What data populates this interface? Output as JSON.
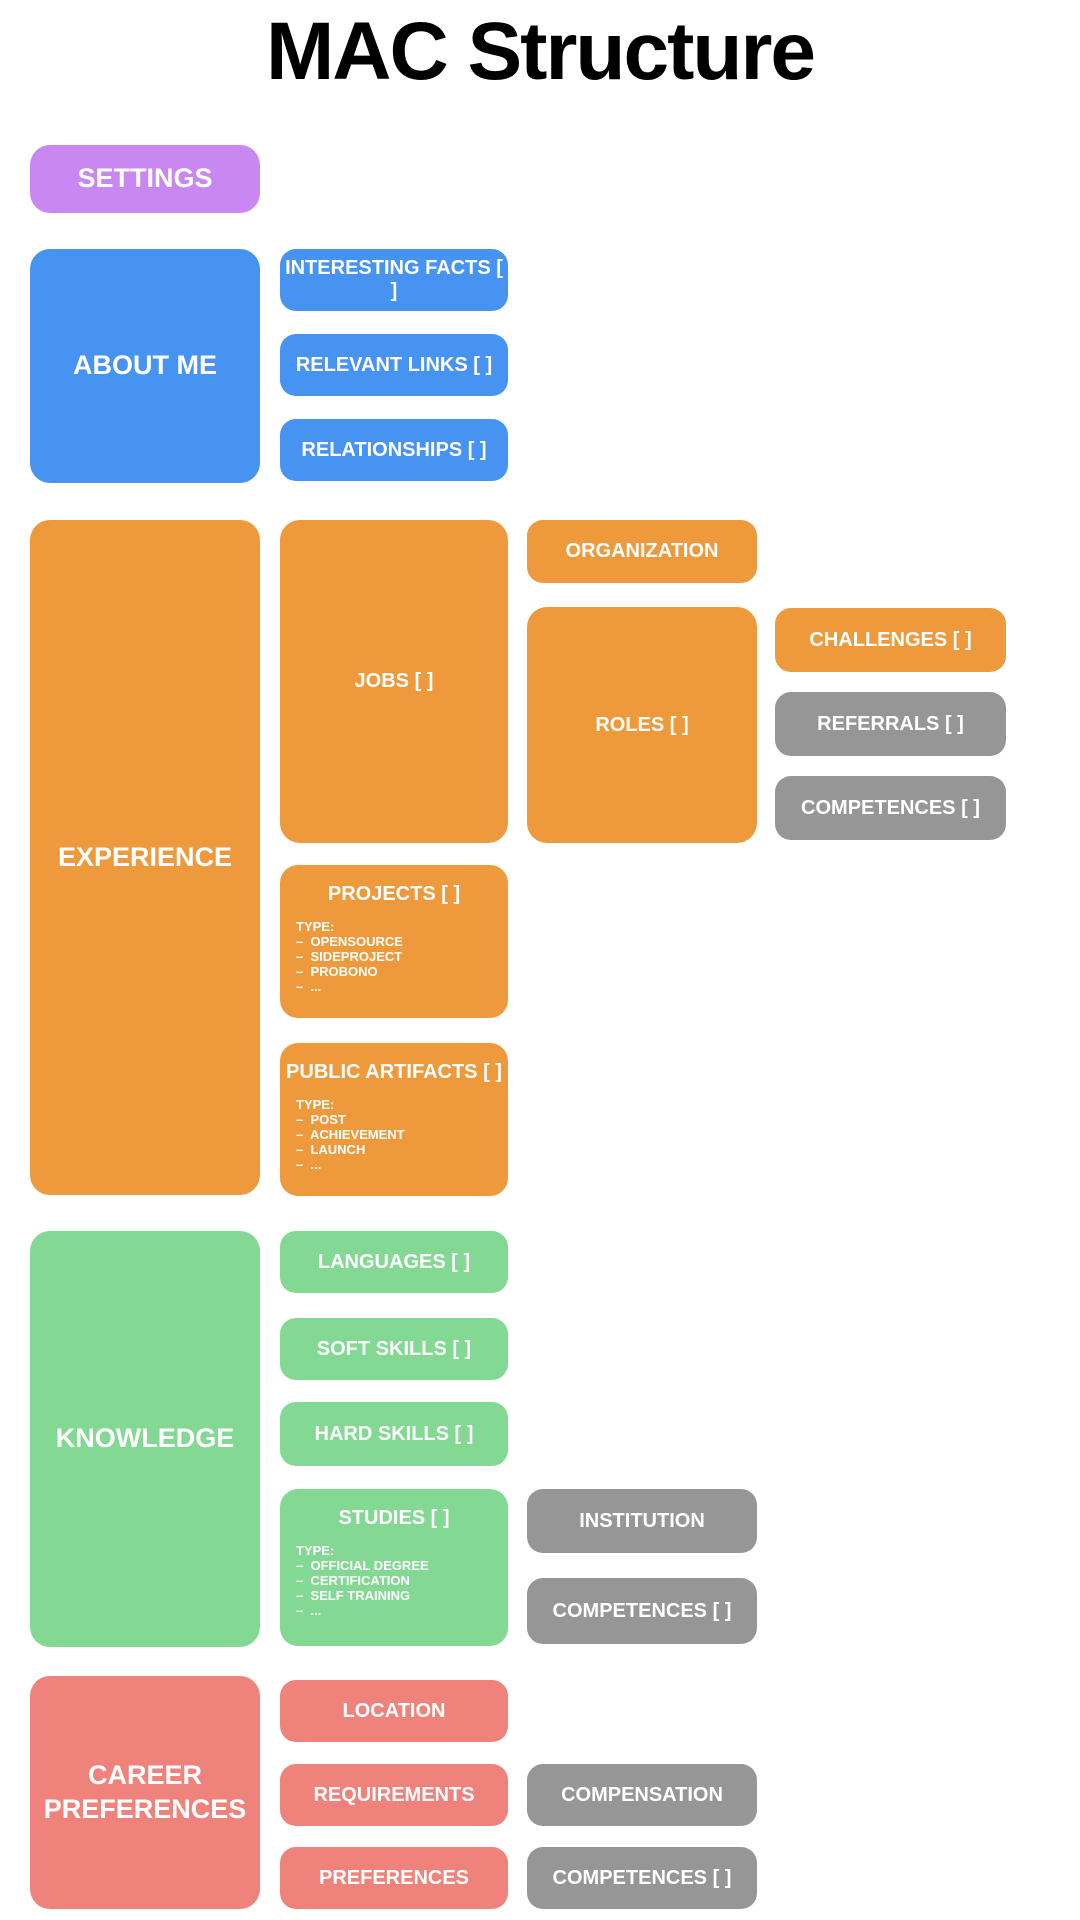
{
  "title": "MAC Structure",
  "colors": {
    "purple": "#c987f2",
    "blue": "#4793f1",
    "orange": "#ee9a3c",
    "green": "#83d893",
    "salmon": "#ef837c",
    "gray": "#969696",
    "text_on_box": "#ffffff",
    "title_text": "#000000"
  },
  "settings": {
    "label": "SETTINGS"
  },
  "about_me": {
    "label": "ABOUT ME",
    "interesting_facts": {
      "label": "INTERESTING FACTS [ ]"
    },
    "relevant_links": {
      "label": "RELEVANT LINKS [ ]"
    },
    "relationships": {
      "label": "RELATIONSHIPS [ ]"
    }
  },
  "experience": {
    "label": "EXPERIENCE",
    "jobs": {
      "label": "JOBS [ ]"
    },
    "organization": {
      "label": "ORGANIZATION"
    },
    "roles": {
      "label": "ROLES [ ]"
    },
    "challenges": {
      "label": "CHALLENGES [ ]"
    },
    "referrals": {
      "label": "REFERRALS [ ]"
    },
    "competences": {
      "label": "COMPETENCES [ ]"
    },
    "projects": {
      "label": "PROJECTS [ ]",
      "lines": [
        "TYPE:",
        "–  OPENSOURCE",
        "–  SIDEPROJECT",
        "–  PROBONO",
        "–  ..."
      ]
    },
    "public_artifacts": {
      "label": "PUBLIC ARTIFACTS [ ]",
      "lines": [
        "TYPE:",
        "–  POST",
        "–  ACHIEVEMENT",
        "–  LAUNCH",
        "–  ..."
      ]
    }
  },
  "knowledge": {
    "label": "KNOWLEDGE",
    "languages": {
      "label": "LANGUAGES [ ]"
    },
    "soft_skills": {
      "label": "SOFT SKILLS [ ]"
    },
    "hard_skills": {
      "label": "HARD SKILLS [ ]"
    },
    "studies": {
      "label": "STUDIES [ ]",
      "lines": [
        "TYPE:",
        "–  OFFICIAL DEGREE",
        "–  CERTIFICATION",
        "–  SELF TRAINING",
        "–  ..."
      ]
    },
    "institution": {
      "label": "INSTITUTION"
    },
    "competences": {
      "label": "COMPETENCES [ ]"
    }
  },
  "career_preferences": {
    "label": "CAREER PREFERENCES",
    "location": {
      "label": "LOCATION"
    },
    "requirements": {
      "label": "REQUIREMENTS"
    },
    "preferences": {
      "label": "PREFERENCES"
    },
    "compensation": {
      "label": "COMPENSATION"
    },
    "competences": {
      "label": "COMPETENCES [ ]"
    }
  }
}
